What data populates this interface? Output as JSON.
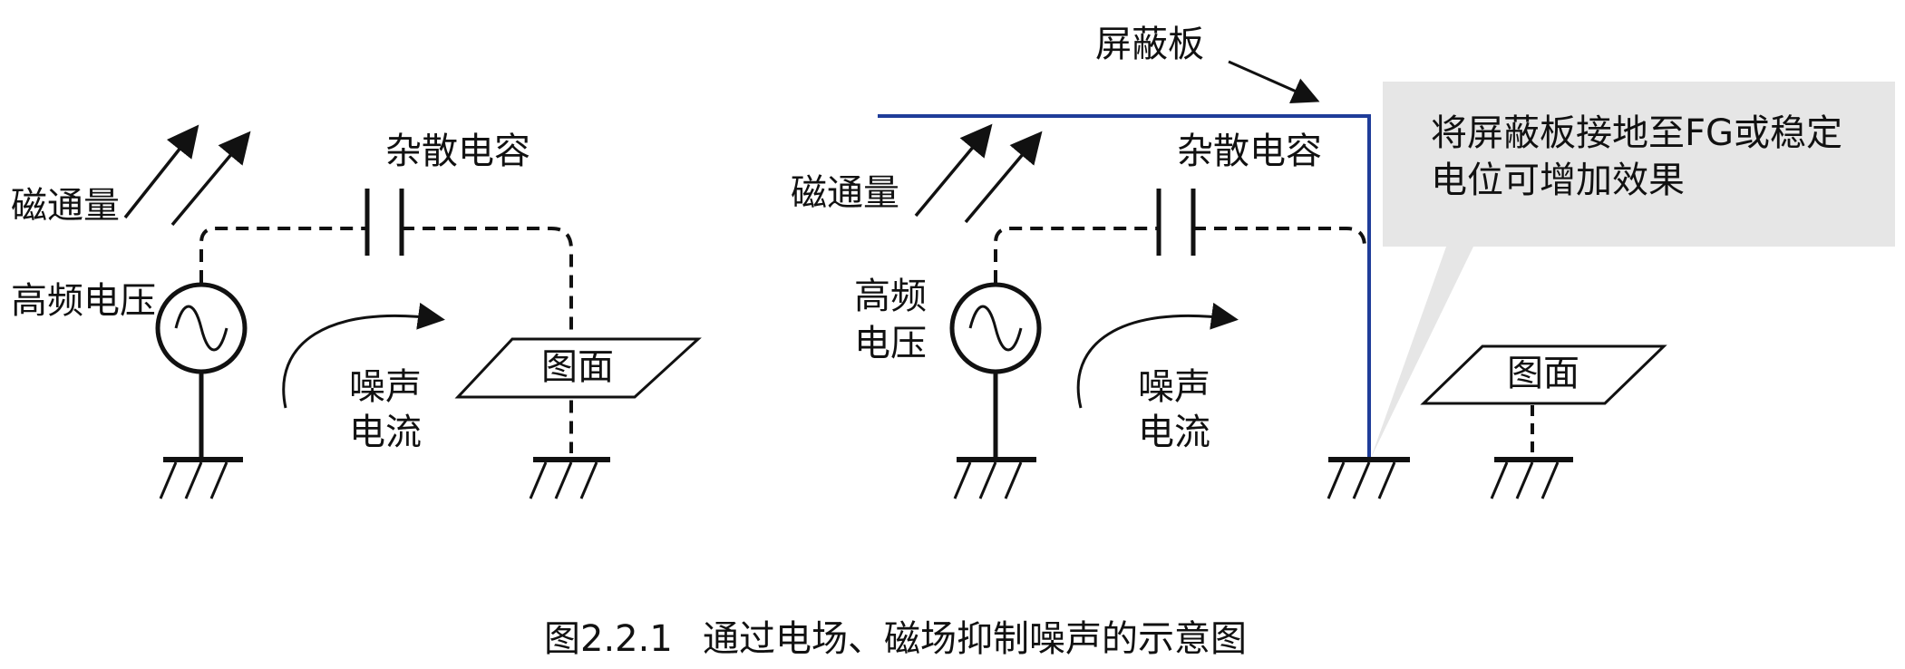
{
  "left": {
    "magnetic_flux": "磁通量",
    "stray_capacitance": "杂散电容",
    "hf_voltage": "高频电压",
    "noise_current_1": "噪声",
    "noise_current_2": "电流",
    "pattern": "图面"
  },
  "right": {
    "shield_plate": "屏蔽板",
    "magnetic_flux": "磁通量",
    "stray_capacitance": "杂散电容",
    "hf_voltage_1": "高频",
    "hf_voltage_2": "电压",
    "noise_current_1": "噪声",
    "noise_current_2": "电流",
    "pattern": "图面",
    "callout_line1": "将屏蔽板接地至FG或稳定",
    "callout_line2": "电位可增加效果"
  },
  "caption": {
    "number": "图2.2.1",
    "text": "通过电场、磁场抑制噪声的示意图"
  },
  "colors": {
    "shield": "#1f3d99",
    "callout_bg": "#e6e6e6",
    "line": "#111111"
  }
}
